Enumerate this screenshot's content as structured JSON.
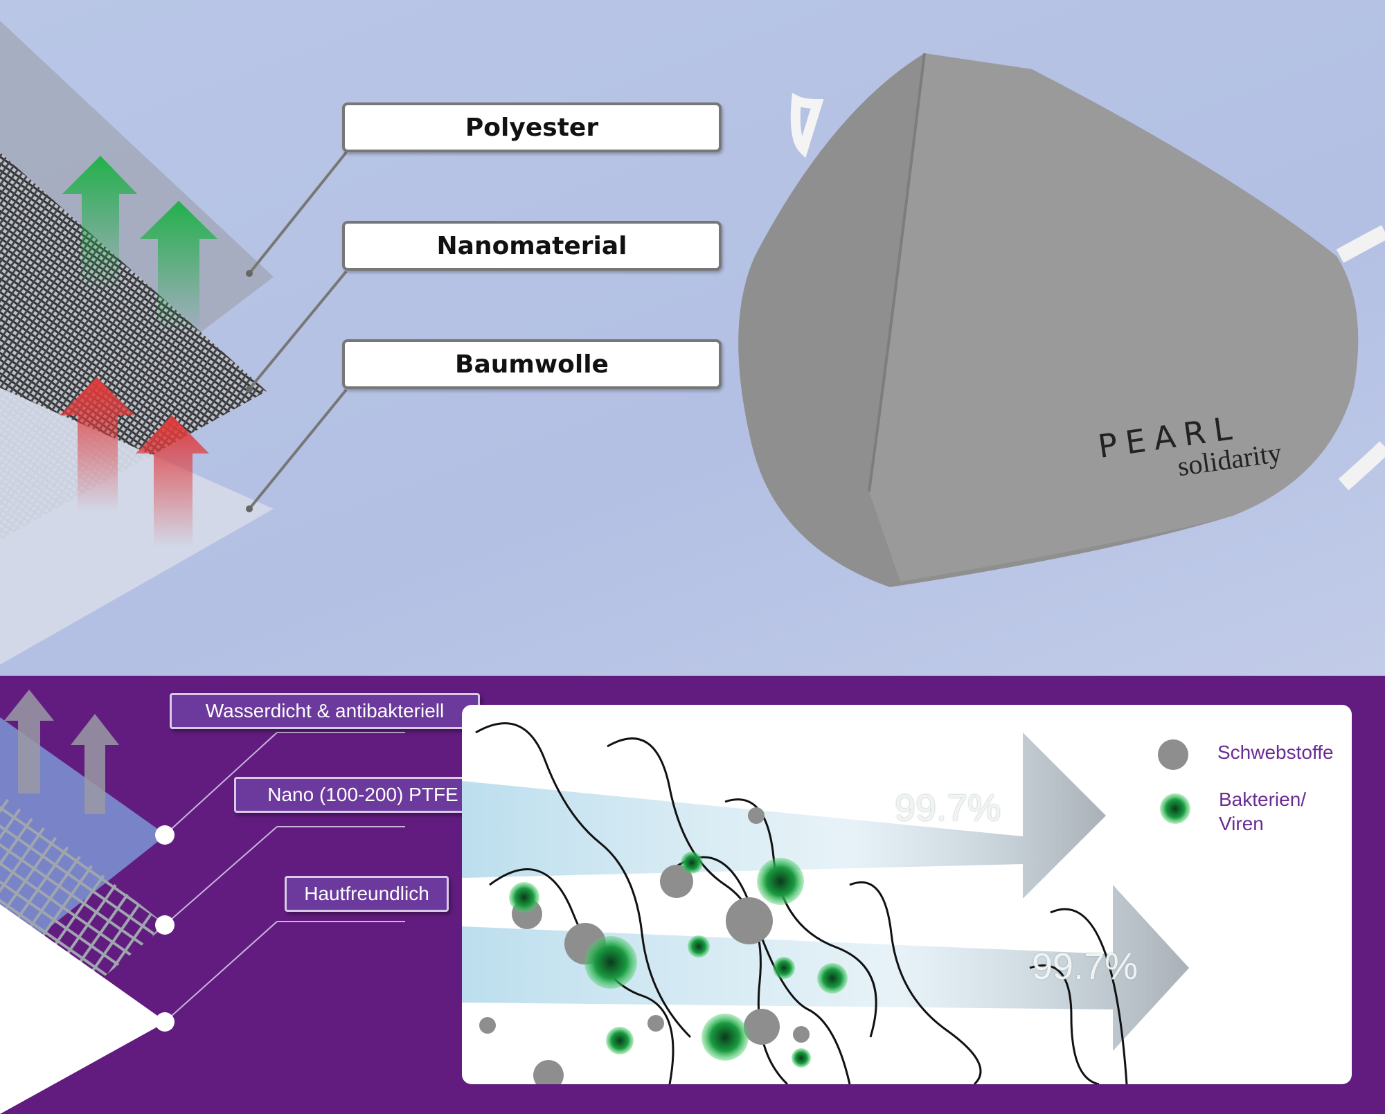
{
  "top_layers": {
    "labels": [
      "Polyester",
      "Nanomaterial",
      "Baumwolle"
    ]
  },
  "mask": {
    "brand": "PEARL",
    "sub_brand": "solidarity"
  },
  "bottom_layers": {
    "labels": [
      "Wasserdicht & antibakteriell",
      "Nano (100-200) PTFE",
      "Hautfreundlich"
    ]
  },
  "filtration": {
    "efficiency_upper": "99.7%",
    "efficiency_lower": "99.7%",
    "legend": {
      "particles": "Schwebstoffe",
      "bacteria_line1": "Bakterien/",
      "bacteria_line2": "Viren"
    }
  },
  "colors": {
    "background_top": "#b6c3e4",
    "background_bottom": "#621c80",
    "label_purple": "#6b3a9c",
    "legend_text": "#6a2b94",
    "arrow_green": "#22b04a",
    "arrow_red": "#e03a3a"
  }
}
